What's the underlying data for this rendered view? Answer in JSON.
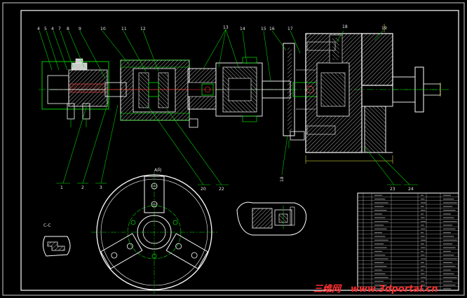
{
  "balloons": {
    "top": [
      "4",
      "5",
      "4",
      "7",
      "8",
      "9",
      "10",
      "11",
      "12",
      "13",
      "14",
      "15",
      "16",
      "17",
      "18",
      "19"
    ],
    "bottom": [
      "1",
      "2",
      "3",
      "20",
      "22",
      "23",
      "24"
    ],
    "side": [
      "18"
    ]
  },
  "views": {
    "section_cc": "C-C",
    "view_a": "A向"
  },
  "watermark": {
    "cn": "三维网",
    "url": "www.3dportal.cn"
  },
  "colors": {
    "background": "#000000",
    "frame": "#ffffff",
    "outline": "#ffffff",
    "centerline": "#00e000",
    "leader": "#00e000",
    "hatch": "#e8e8e8",
    "dimension": "#ffff44",
    "part_fill": "#cccccc"
  }
}
